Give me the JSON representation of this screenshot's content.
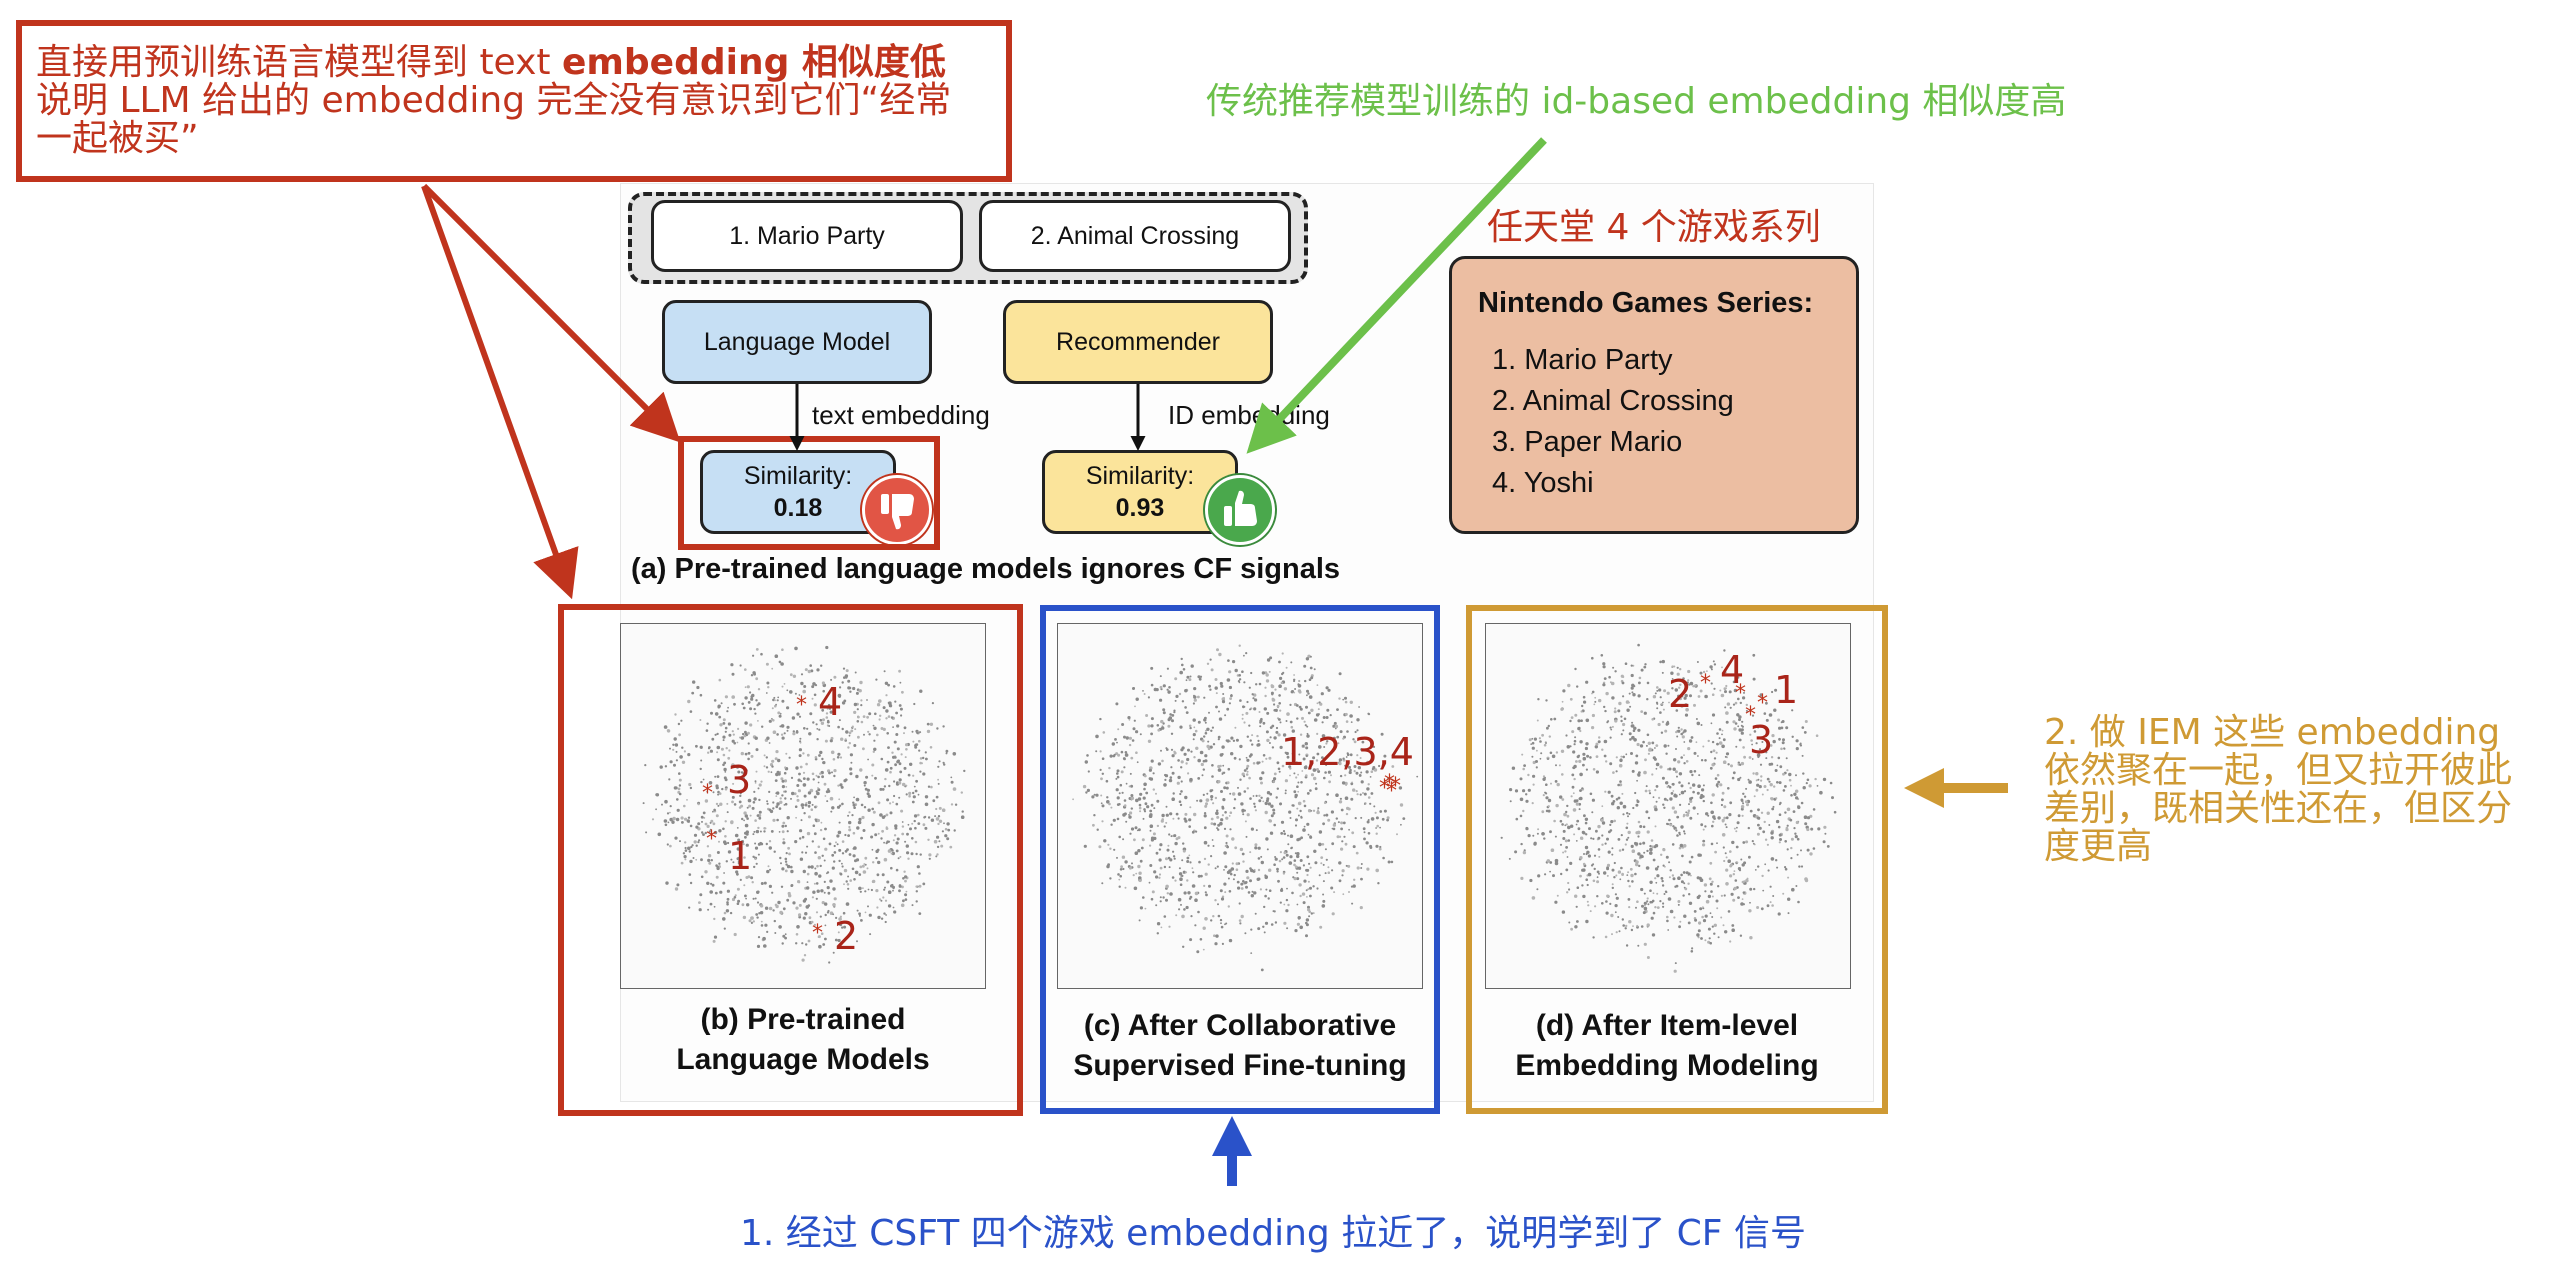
{
  "annotations": {
    "top_left": [
      "直接用预训练语言模型得到 text ",
      "embedding 相似度低",
      "说明 LLM 给出的 embedding 完全没有意识到它们“经常",
      "一起被买”"
    ],
    "top_right": "传统推荐模型训练的 id-based embedding 相似度高",
    "right": [
      "2. 做 IEM 这些 embedding",
      "依然聚在一起，但又拉开彼此",
      "差别，既相关性还在，但区分",
      "度更高"
    ],
    "bottom": "1. 经过 CSFT 四个游戏 embedding 拉近了，说明学到了 CF 信号",
    "nintendo_cn": "任天堂 4 个游戏系列"
  },
  "figure": {
    "games_box": [
      "1. Mario Party",
      "2. Animal Crossing"
    ],
    "language_model": "Language Model",
    "recommender": "Recommender",
    "text_embedding": "text embedding",
    "id_embedding": "ID embedding",
    "similarity_label": "Similarity:",
    "sim_lm": "0.18",
    "sim_rec": "0.93",
    "caption_a": "(a) Pre-trained language models ignores CF signals",
    "series_title": "Nintendo Games Series:",
    "series": [
      "1. Mario Party",
      "2. Animal Crossing",
      "3. Paper Mario",
      "4. Yoshi"
    ],
    "caption_b": [
      "(b) Pre-trained",
      "Language Models"
    ],
    "caption_c": [
      "(c) After Collaborative",
      "Supervised Fine-tuning"
    ],
    "caption_d": [
      "(d) After Item-level",
      "Embedding Modeling"
    ],
    "plot_b_labels": [
      "4",
      "3",
      "1",
      "2"
    ],
    "plot_c_label": "1,2,3,4",
    "plot_d_labels": [
      "2",
      "4",
      "1",
      "3"
    ]
  },
  "colors": {
    "red": "#c0341d",
    "green": "#6cc04a",
    "blue": "#2a52c9",
    "gold": "#cf9a34",
    "lm_fill": "#c6dff4",
    "rec_fill": "#fbe49b",
    "series_fill": "#ecbea2"
  }
}
